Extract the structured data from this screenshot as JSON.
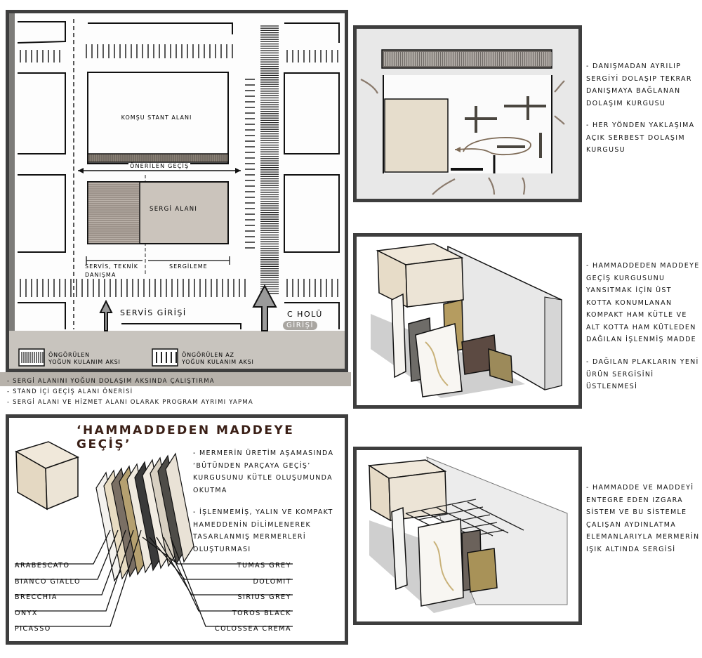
{
  "plan": {
    "neighbor_label": "KOMŞU STANT ALANI",
    "passage_label": "ÖNERİLEN GEÇİŞ",
    "exhibit_label": "SERGİ ALANI",
    "service_label_1": "SERVİS, TEKNİK",
    "service_label_2": "DANIŞMA",
    "display_label": "SERGİLEME",
    "service_entry": "SERVİS GİRİŞİ",
    "hall_entry_1": "C HOLÜ",
    "hall_entry_2": "GİRİŞİ",
    "legend_heavy_1": "ÖNGÖRÜLEN",
    "legend_heavy_2": "YOĞUN KULANIM AKSI",
    "legend_light_1": "ÖNGÖRÜLEN AZ",
    "legend_light_2": "YOĞUN KULANIM AKSI"
  },
  "plan_notes": [
    "- SERGİ ALANINI YOĞUN DOLAŞIM AKSINDA ÇALIŞTIRMA",
    "- STAND İÇİ GEÇİŞ ALANI ÖNERİSİ",
    "- SERGİ ALANI VE HİZMET  ALANI OLARAK PROGRAM AYRIMI YAPMA"
  ],
  "circulation_notes": [
    "- DANIŞMADAN AYRILIP SERGİYİ DOLAŞIP TEKRAR DANIŞMAYA BAĞLANAN DOLAŞIM KURGUSU",
    "- HER YÖNDEN YAKLAŞIMA AÇIK SERBEST DOLAŞIM KURGUSU"
  ],
  "concept_notes": [
    "- HAMMADDEDEN MADDEYE GEÇİŞ KURGUSUNU YANSITMAK İÇİN ÜST KOTTA KONUMLANAN KOMPAKT HAM KÜTLE VE ALT KOTTA HAM KÜTLEDEN DAĞILAN İŞLENMİŞ MADDE",
    "- DAĞILAN PLAKLARIN YENİ ÜRÜN SERGİSİNİ ÜSTLENMESİ"
  ],
  "lighting_notes": [
    "- HAMMADDE VE MADDEYİ ENTEGRE EDEN IZGARA SİSTEM VE BU SİSTEMLE ÇALIŞAN AYDINLATMA ELEMANLARIYLA MERMERİN IŞIK ALTINDA SERGİSİ"
  ],
  "material": {
    "title": "‘HAMMADDEDEN MADDEYE GEÇİŞ’",
    "notes": [
      "- MERMERİN ÜRETİM AŞAMASINDA ‘BÜTÜNDEN PARÇAYA GEÇİŞ’ KURGUSUNU KÜTLE OLUŞUMUNDA OKUTMA",
      "- İŞLENMEMİŞ, YALIN VE KOMPAKT HAMEDDENİN DİLİMLENEREK TASARLANMIŞ MERMERLERİ OLUŞTURMASI"
    ],
    "left_labels": [
      "ARABESCATO",
      "BIANCO GIALLO",
      "BRECCHIA",
      "ONYX",
      "PICASSO"
    ],
    "right_labels": [
      "TUMAS GREY",
      "DOLOMIT",
      "SIRIUS GREY",
      "TOROS BLACK",
      "COLOSSEA CREMA"
    ]
  },
  "colors": {
    "frame": "#3e3e3e",
    "exhibit_fill": "#cbc4bc",
    "service_fill": "#b9b0a8",
    "arrow": "#8a7a6c",
    "marble": "#ece4d6",
    "panel_bg": "#e6e6e6"
  }
}
